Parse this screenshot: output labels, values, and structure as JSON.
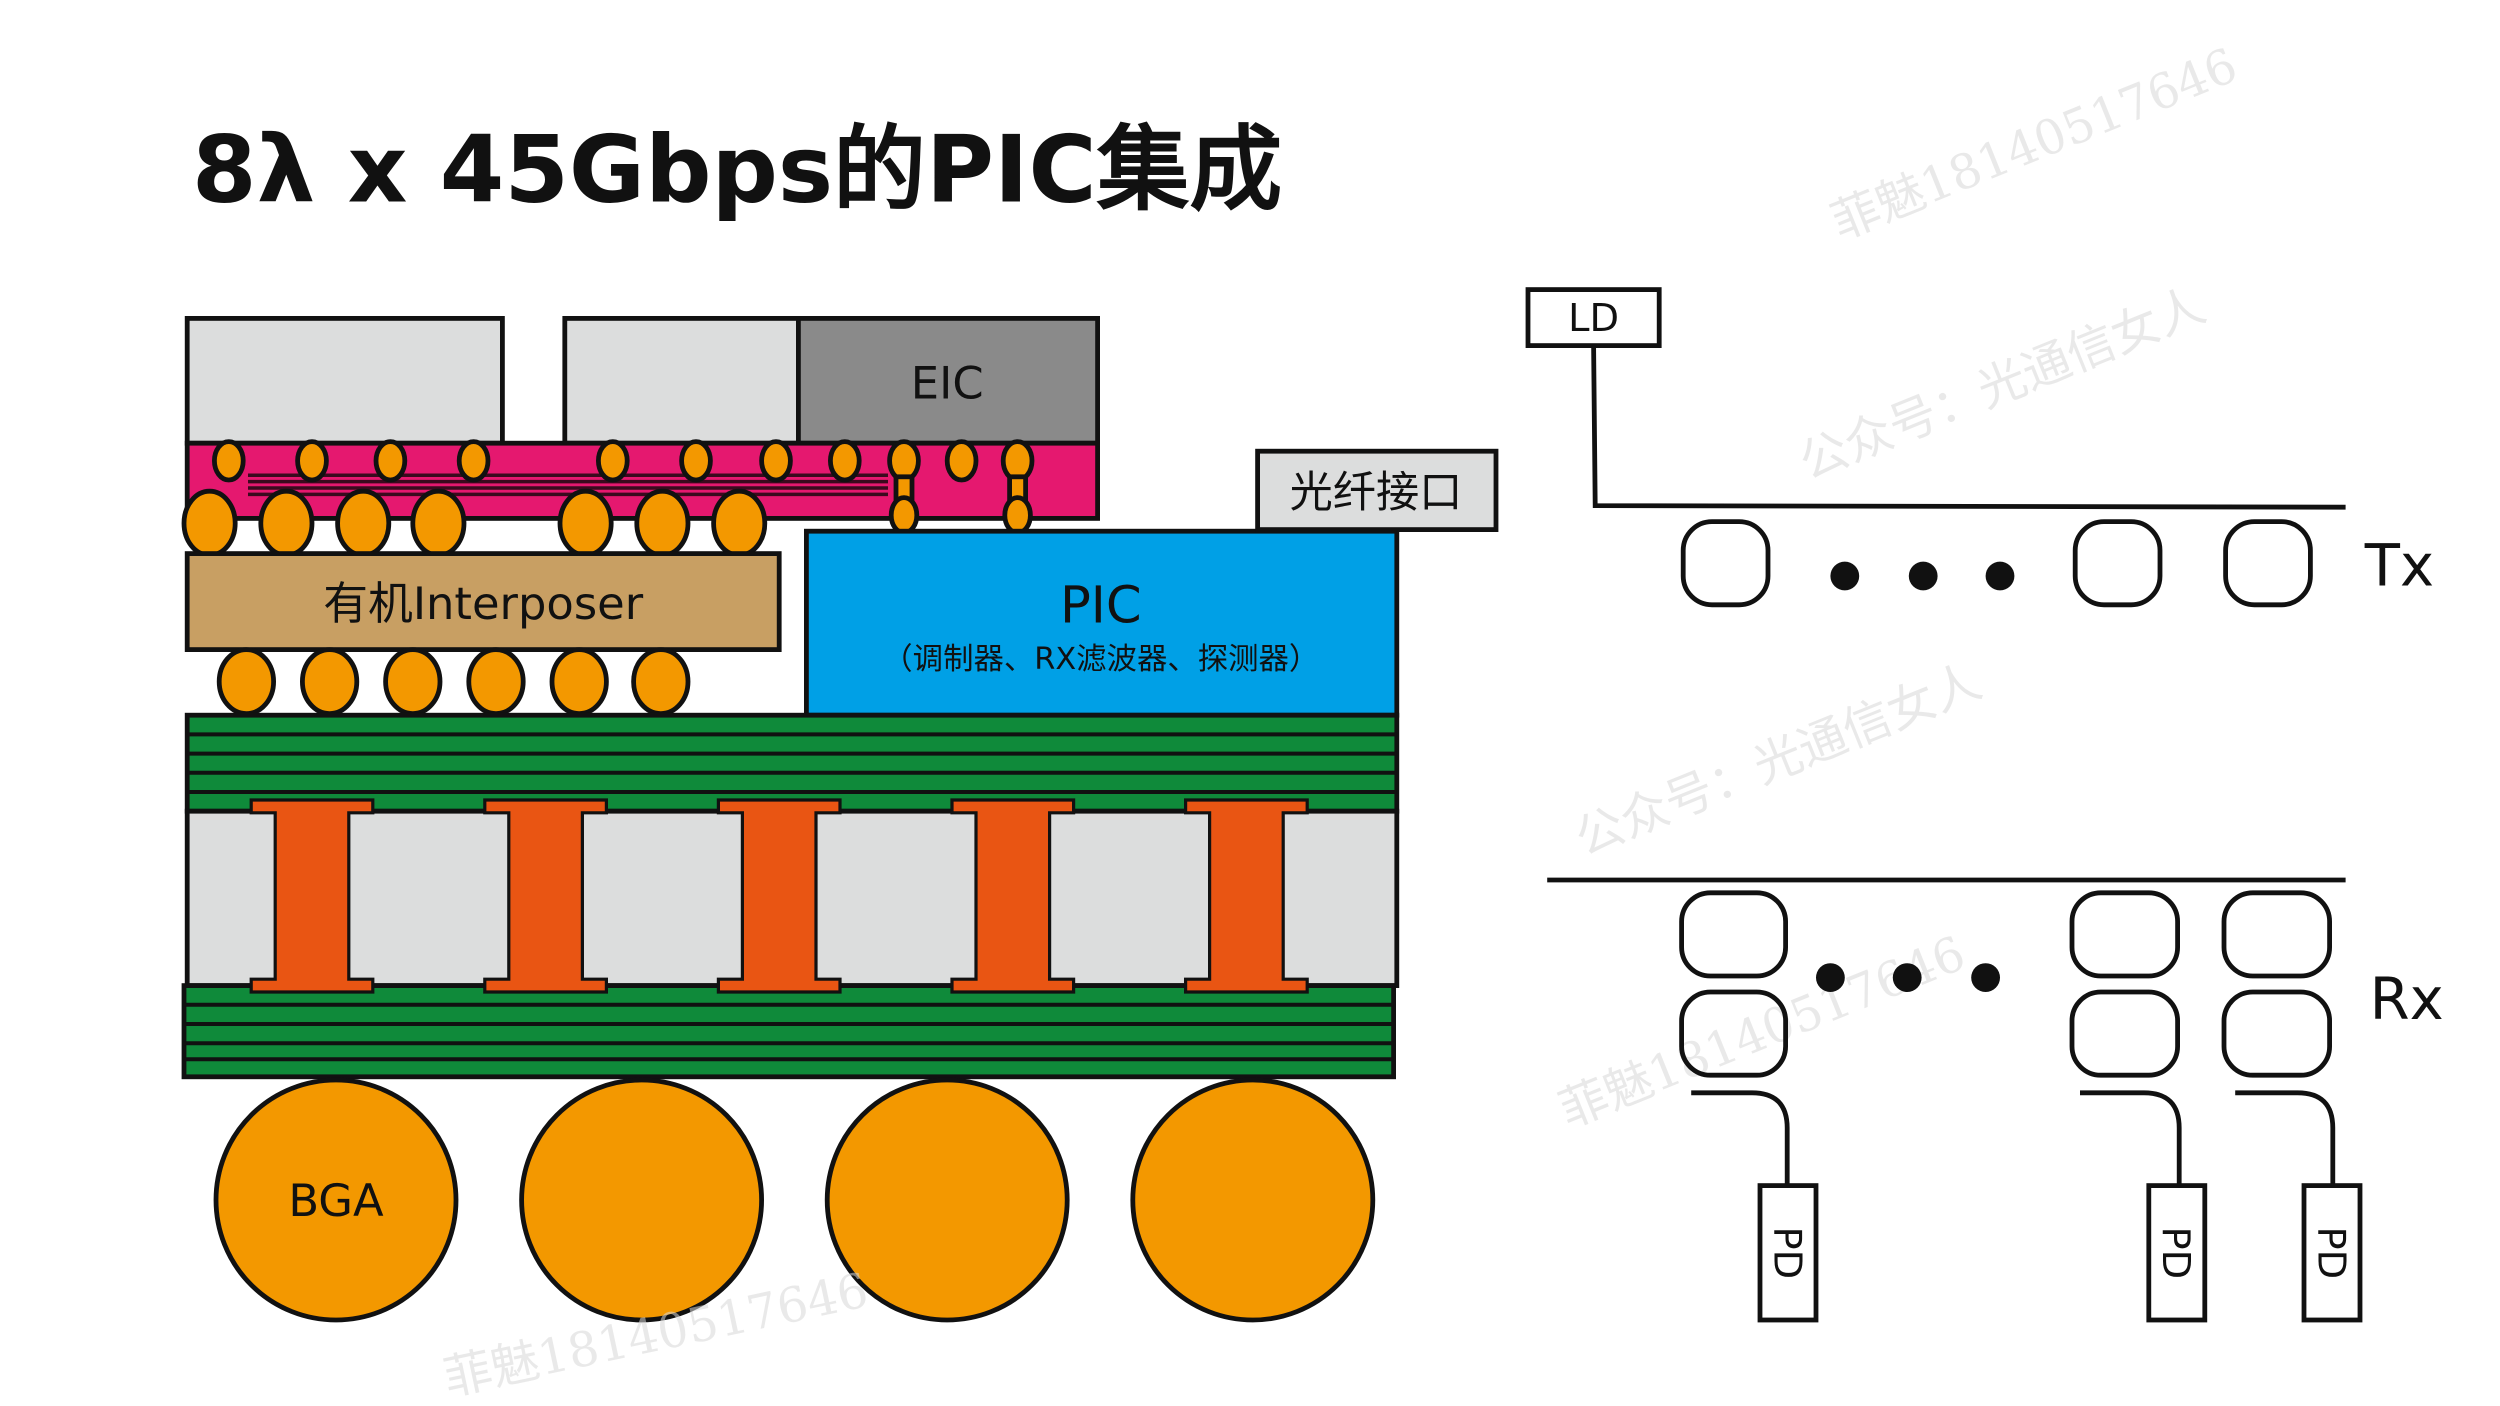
{
  "title": "8λ x 45Gbps的PIC集成",
  "package": {
    "eic_label": "EIC",
    "interposer_label": "有机Interposer",
    "pic_label": "PIC",
    "pic_sublabel": "（调制器、RX滤波器、探测器）",
    "fiber_interface_label": "光纤接口",
    "bga_label": "BGA"
  },
  "optical": {
    "ld_label": "LD",
    "tx_label": "Tx",
    "rx_label": "Rx",
    "pd_label": "PD"
  },
  "watermarks": [
    "公众号：光通信女人",
    "菲魅18140517646"
  ],
  "colors": {
    "chip": "#dcdddd",
    "eic": "#8a8a8a",
    "substrate": "#e5186f",
    "bump": "#f39800",
    "interposer": "#c89f63",
    "pic": "#00a0e6",
    "pcb": "#0f8a3a",
    "via": "#e95513"
  }
}
